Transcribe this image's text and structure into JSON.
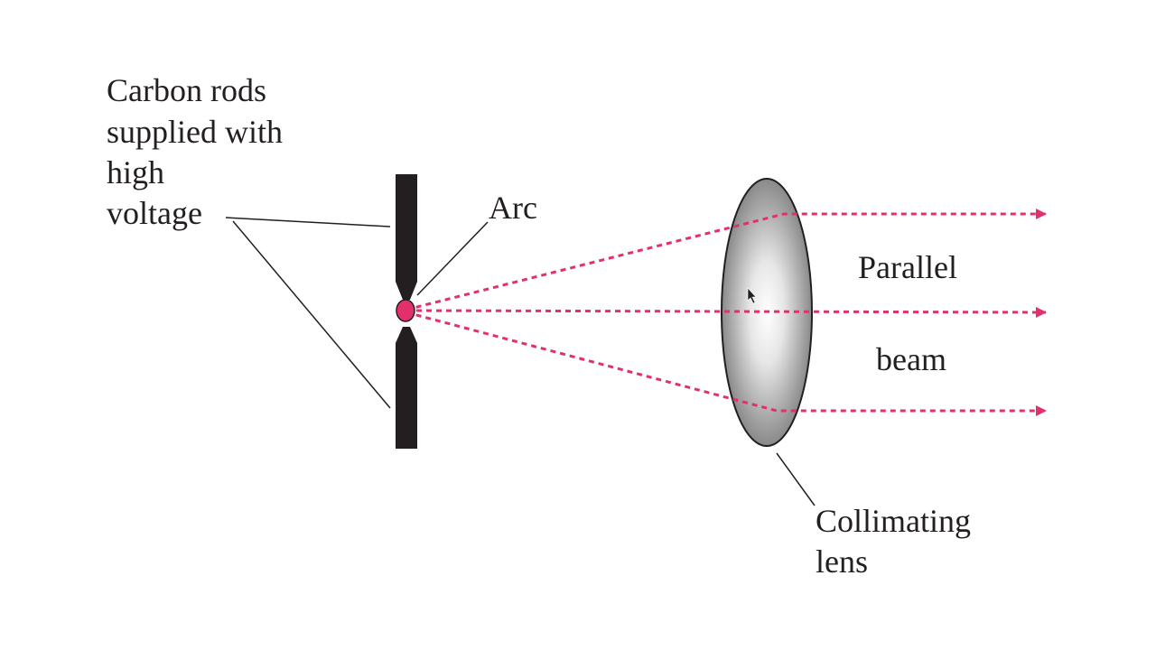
{
  "labels": {
    "carbon_rods": [
      "Carbon rods",
      "supplied with",
      "high",
      "voltage"
    ],
    "arc": "Arc",
    "parallel": "Parallel",
    "beam": "beam",
    "collimating_lens": [
      "Collimating",
      "lens"
    ]
  },
  "colors": {
    "ray": "#e2306c",
    "arc_spot": "#e2306c",
    "rod": "#231f20",
    "leader_line": "#231f20",
    "lens_center": "#ffffff",
    "lens_edge": "#7a7a7a"
  },
  "icons": {
    "cursor": "mouse-pointer-icon"
  }
}
